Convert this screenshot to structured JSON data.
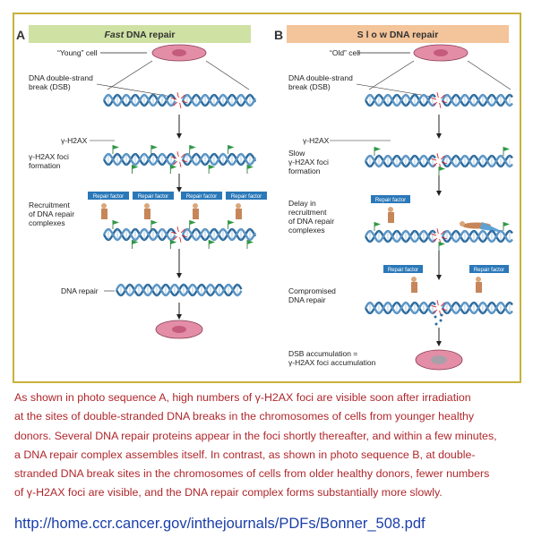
{
  "panel_a": {
    "letter": "A",
    "title_em": "Fast",
    "title_rest": " DNA repair",
    "young_cell": "“Young” cell",
    "dsb_line1": "DNA double-strand",
    "dsb_line2": "break (DSB)",
    "h2ax": "γ-H2AX",
    "foci_line1": "γ-H2AX foci",
    "foci_line2": "formation",
    "recruit_line1": "Recruitment",
    "recruit_line2": "of DNA repair",
    "recruit_line3": "complexes",
    "repair_factor": "Repair factor",
    "dna_repair": "DNA repair"
  },
  "panel_b": {
    "letter": "B",
    "title": "S l o w  DNA repair",
    "old_cell": "“Old” cell",
    "dsb_line1": "DNA double-strand",
    "dsb_line2": "break (DSB)",
    "h2ax": "γ-H2AX",
    "slow_line1": "Slow",
    "slow_line2": "γ-H2AX foci",
    "slow_line3": "formation",
    "delay_line1": "Delay in",
    "delay_line2": "recruitment",
    "delay_line3": "of DNA repair",
    "delay_line4": "complexes",
    "repair_factor": "Repair factor",
    "comp_line1": "Compromised",
    "comp_line2": "DNA repair",
    "accum_line1": "DSB accumulation =",
    "accum_line2": "γ-H2AX foci accumulation"
  },
  "caption": [
    "As shown in photo sequence A, high numbers of γ-H2AX foci are visible soon after irradiation",
    "at the sites of double-stranded DNA breaks in the chromosomes of cells from younger healthy",
    "donors. Several DNA repair proteins appear in the foci shortly thereafter, and within a few minutes,",
    "a DNA repair complex assembles itself. In contrast, as shown in photo sequence B, at double-",
    "stranded DNA break sites in the chromosomes of cells from older healthy donors, fewer numbers",
    "of γ-H2AX foci are visible, and the DNA repair complex forms substantially more slowly."
  ],
  "url": "http://home.ccr.cancer.gov/inthejournals/PDFs/Bonner_508.pdf",
  "colors": {
    "border": "#c9b23a",
    "panel_a_header": "#cfe2a4",
    "panel_b_header": "#f4c49a",
    "dna": "#2c6a9c",
    "cell": "#e38ea6",
    "flag": "#2f9a45",
    "repair_factor": "#2a78b8",
    "caption": "#b0272c",
    "url": "#1a3ea8"
  }
}
